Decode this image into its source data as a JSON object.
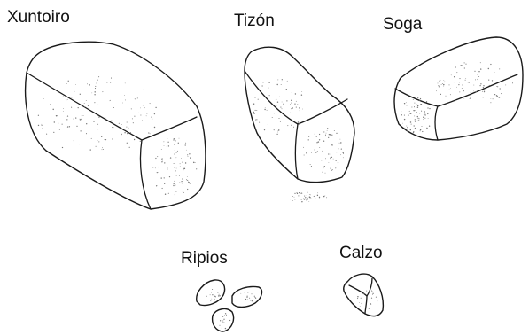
{
  "labels": {
    "xuntoiro": "Xuntoiro",
    "tizon": "Tizón",
    "soga": "Soga",
    "ripios": "Ripios",
    "calzo": "Calzo"
  },
  "colors": {
    "ink": "#1a1a1a",
    "stipple": "#777777",
    "background": "#ffffff"
  }
}
